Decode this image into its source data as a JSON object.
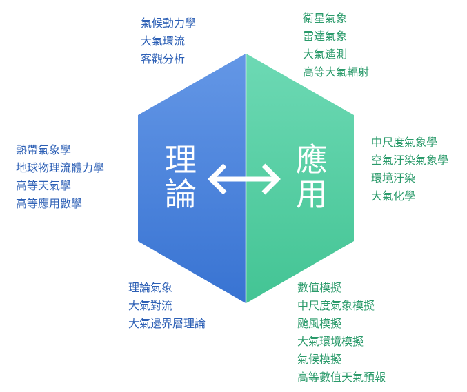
{
  "theory": {
    "label_1": "理",
    "label_2": "論",
    "color_top": "#6497e6",
    "color_bottom": "#3873d2"
  },
  "application": {
    "label_1": "應",
    "label_2": "用",
    "color_top": "#6dd9b4",
    "color_bottom": "#43c494"
  },
  "top_left": [
    "氣候動力學",
    "大氣環流",
    "客觀分析"
  ],
  "top_right": [
    "衛星氣象",
    "雷達氣象",
    "大氣遙測",
    "高等大氣輻射"
  ],
  "left": [
    "熱帶氣象學",
    "地球物理流體力學",
    "高等天氣學",
    "高等應用數學"
  ],
  "right": [
    "中尺度氣象學",
    "空氣汙染氣象學",
    "環境汙染",
    "大氣化學"
  ],
  "bottom_left": [
    "理論氣象",
    "大氣對流",
    "大氣邊界層理論"
  ],
  "bottom_right": [
    "數值模擬",
    "中尺度氣象模擬",
    "颱風模擬",
    "大氣環境模擬",
    "氣候模擬",
    "高等數值天氣預報"
  ]
}
